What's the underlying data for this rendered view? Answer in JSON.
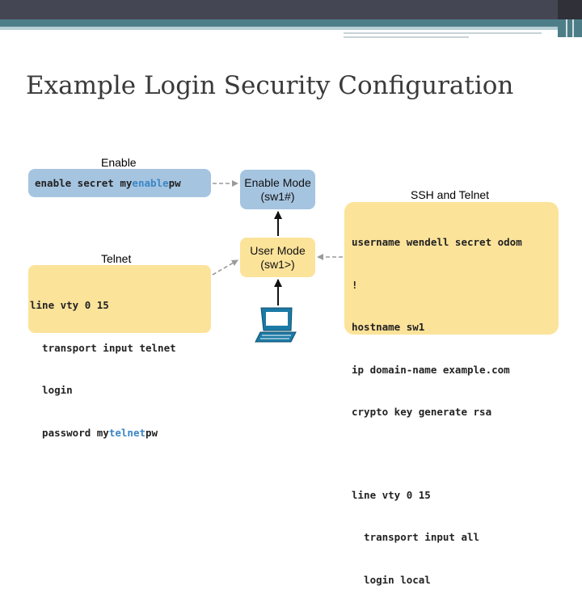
{
  "slide": {
    "title": "Example Login Security Configuration"
  },
  "diagram": {
    "enable_section": {
      "label": "Enable",
      "cmd_prefix": "enable secret my",
      "cmd_highlight": "enable",
      "cmd_suffix": "pw"
    },
    "telnet_section": {
      "label": "Telnet",
      "lines": [
        "line vty 0 15",
        "  transport input telnet",
        "  login"
      ],
      "pw_prefix": "  password my",
      "pw_highlight": "telnet",
      "pw_suffix": "pw"
    },
    "enable_mode": {
      "title": "Enable Mode",
      "prompt": "(sw1#)"
    },
    "user_mode": {
      "title": "User Mode",
      "prompt": "(sw1>)"
    },
    "ssh_section": {
      "label": "SSH and Telnet",
      "lines": [
        "username wendell secret odom",
        "!",
        "hostname sw1",
        "ip domain-name example.com",
        "crypto key generate rsa",
        "",
        "line vty 0 15",
        "  transport input all",
        "  login local"
      ]
    },
    "colors": {
      "enable_box": "#a5c4e0",
      "config_box": "#fce39a",
      "highlight_text": "#3b86c4",
      "pc_icon": "#1b7aa6"
    },
    "icons": {
      "pc": "pc-computer-icon"
    }
  }
}
